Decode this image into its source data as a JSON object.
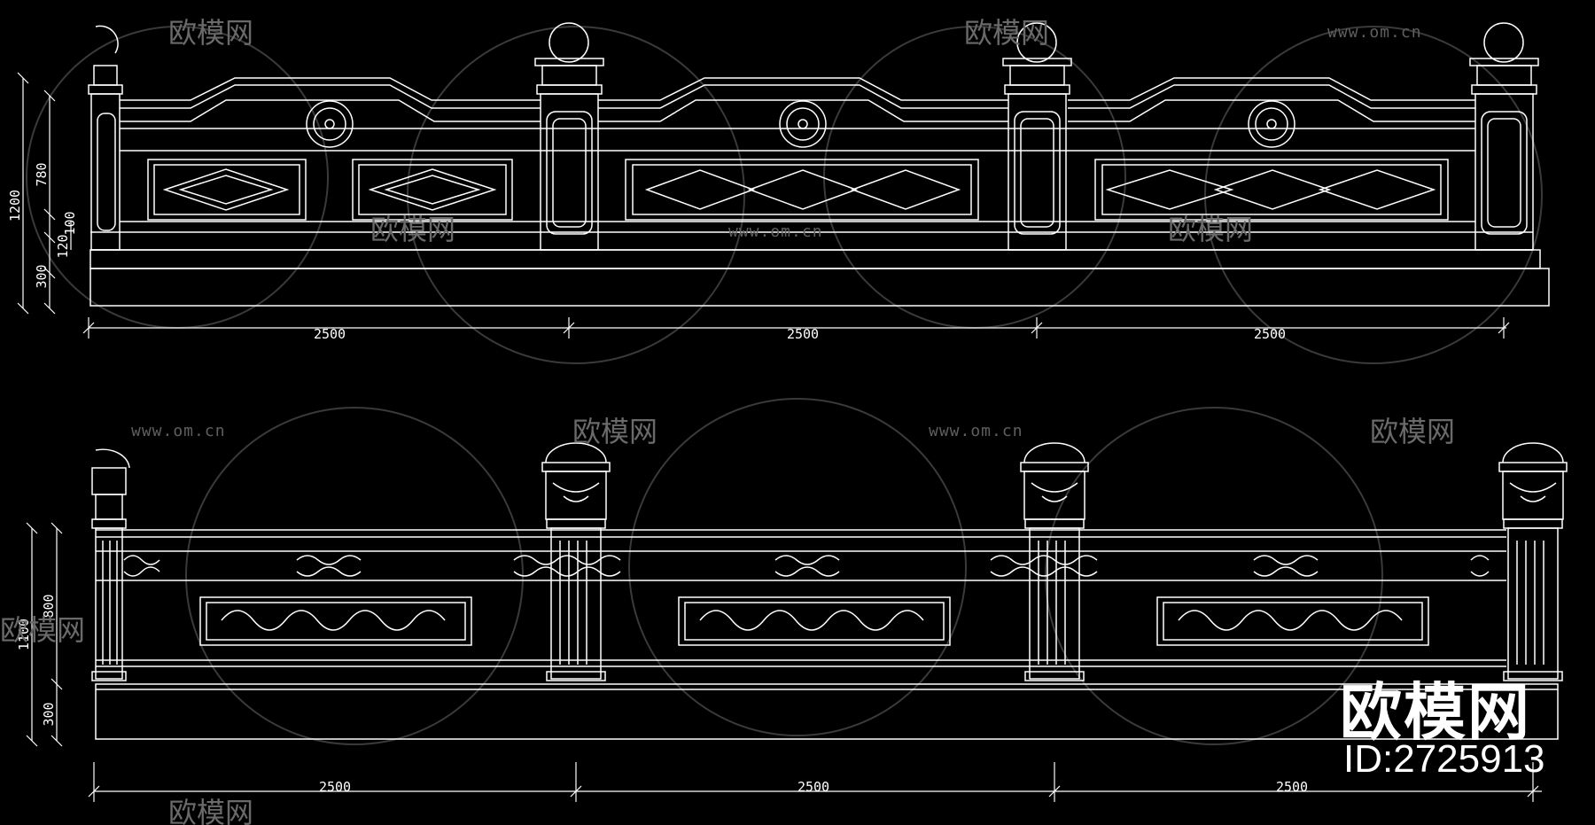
{
  "watermark": {
    "brand_text": "欧模网",
    "url_text": "www.om.cn"
  },
  "top_elevation": {
    "height_total": "1200",
    "height_upper": "780",
    "height_small_a": "120",
    "height_small_b": "100",
    "height_base": "300",
    "spans": [
      "2500",
      "2500",
      "2500"
    ]
  },
  "bottom_elevation": {
    "height_total": "1100",
    "height_upper": "800",
    "height_base": "300",
    "spans": [
      "2500",
      "2500",
      "2500"
    ]
  },
  "brand": {
    "title": "欧模网",
    "id_label": "ID:2725913"
  },
  "colors": {
    "background": "#000000",
    "line": "#ffffff",
    "watermark": "#6a6a6a"
  }
}
